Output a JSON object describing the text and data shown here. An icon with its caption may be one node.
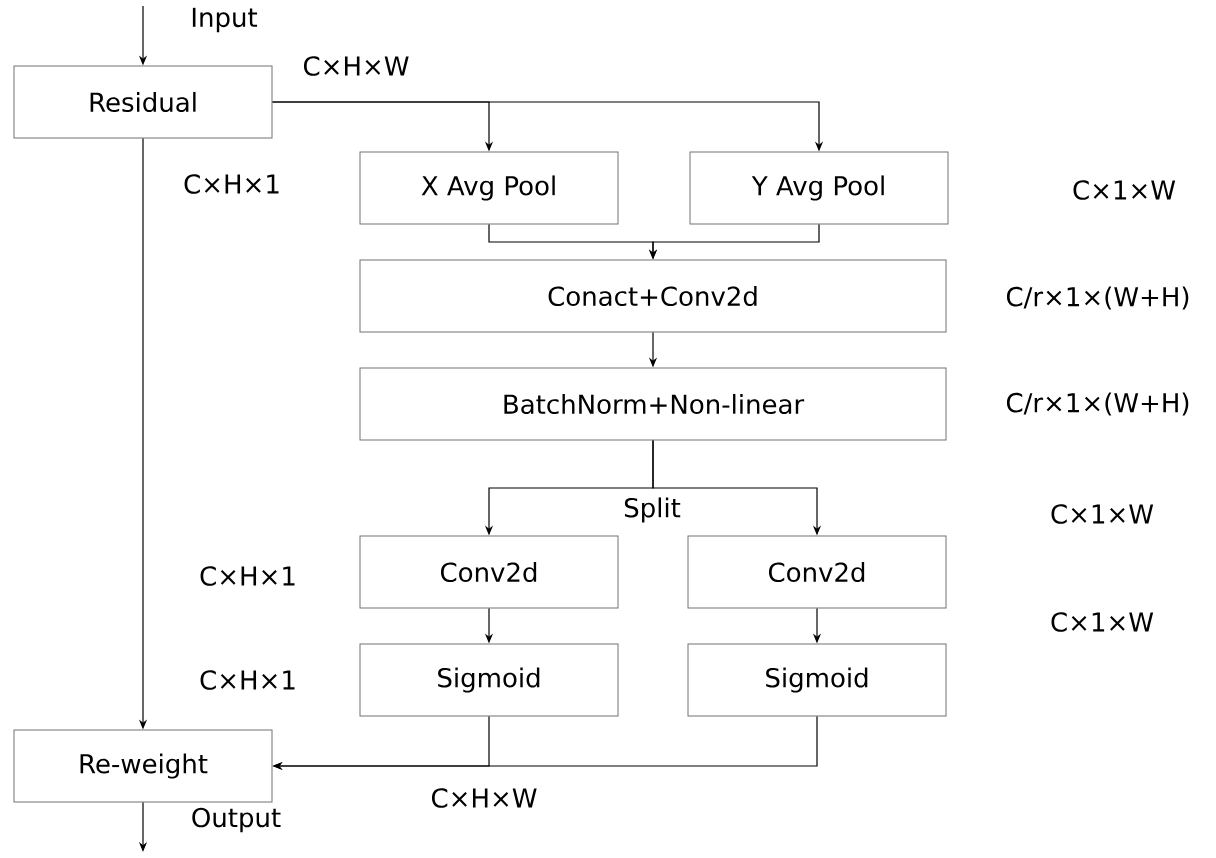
{
  "diagram": {
    "nodes": [
      {
        "text": [
          "Residual"
        ]
      },
      {
        "text": [
          "X Avg Pool"
        ]
      },
      {
        "text": [
          "Y Avg Pool"
        ]
      },
      {
        "text": [
          "Conact+Conv2d"
        ]
      },
      {
        "text": [
          "BatchNorm+Non-linear"
        ]
      },
      {
        "text": [
          "Conv2d"
        ]
      },
      {
        "text": [
          "Conv2d"
        ]
      },
      {
        "text": [
          "Sigmoid"
        ]
      },
      {
        "text": [
          "Sigmoid"
        ]
      },
      {
        "text": [
          "Re-weight"
        ]
      }
    ],
    "edges": [
      {
        "from": null,
        "to": 0,
        "arrow": "to",
        "label": "Input"
      },
      {
        "from": 0,
        "to": 1,
        "arrow": "to"
      },
      {
        "from": 0,
        "to": 2,
        "arrow": "to"
      },
      {
        "from": 1,
        "to": 3,
        "arrow": "to"
      },
      {
        "from": 2,
        "to": 3,
        "arrow": "to"
      },
      {
        "from": 3,
        "to": 4,
        "arrow": "to"
      },
      {
        "from": 4,
        "to": 5,
        "arrow": "to"
      },
      {
        "from": 4,
        "to": 6,
        "arrow": "to"
      },
      {
        "from": 5,
        "to": 7,
        "arrow": "to"
      },
      {
        "from": 6,
        "to": 8,
        "arrow": "to"
      },
      {
        "from": 0,
        "to": 9,
        "arrow": "to"
      },
      {
        "from": 7,
        "to": 9,
        "arrow": "to"
      },
      {
        "from": 8,
        "to": 9,
        "arrow": "to"
      },
      {
        "from": 9,
        "to": null,
        "arrow": "to",
        "label": "Output"
      }
    ],
    "labels": [
      "C×H×W",
      "C×H×1",
      "C×1×W",
      "C/r×1×(W+H)",
      "C/r×1×(W+H)",
      "Split",
      "C×1×W",
      "C×H×1",
      "C×1×W",
      "C×H×1",
      "C×H×W"
    ]
  }
}
